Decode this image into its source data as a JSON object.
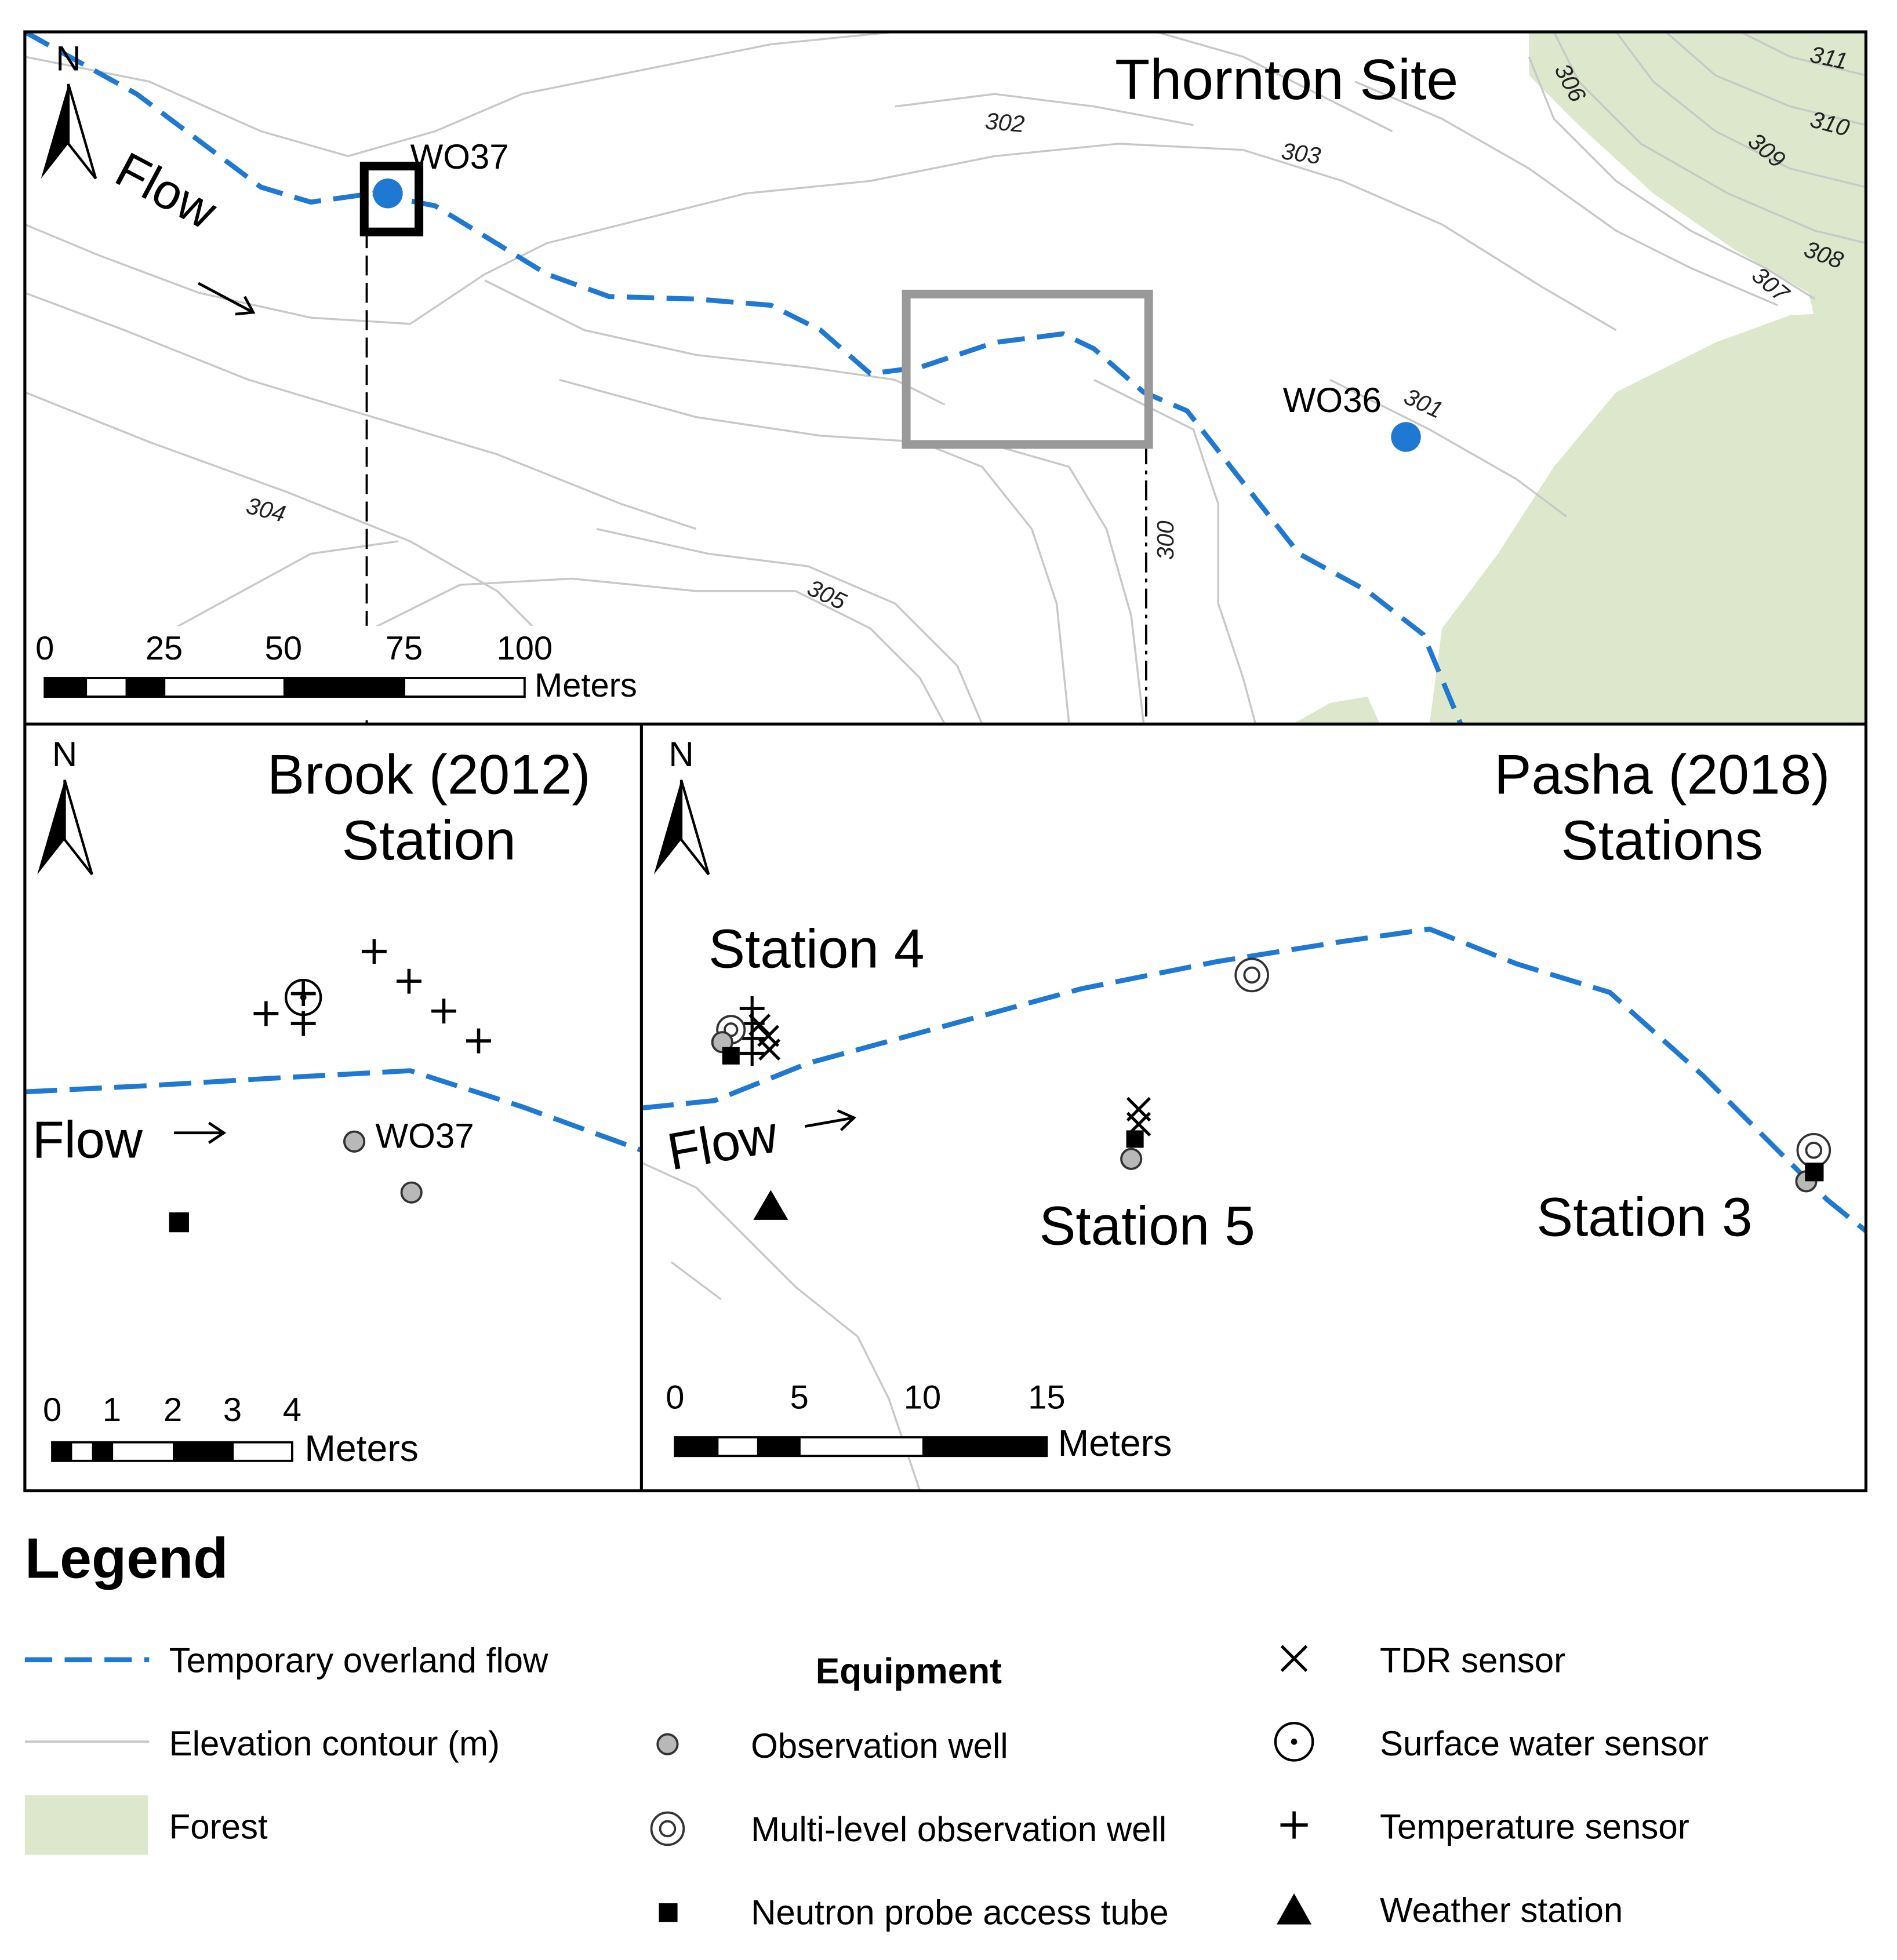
{
  "thornton": {
    "title": "Thornton Site",
    "north": "N",
    "flow": "Flow",
    "wells": [
      "WO37",
      "WO36"
    ],
    "contours": [
      "311",
      "310",
      "309",
      "308",
      "307",
      "306",
      "302",
      "303",
      "301",
      "300",
      "304",
      "305"
    ],
    "scale": {
      "ticks": [
        "0",
        "25",
        "50",
        "75",
        "100"
      ],
      "unit": "Meters"
    }
  },
  "brook": {
    "title_line1": "Brook (2012)",
    "title_line2": "Station",
    "north": "N",
    "flow": "Flow",
    "well": "WO37",
    "scale": {
      "ticks": [
        "0",
        "1",
        "2",
        "3",
        "4"
      ],
      "unit": "Meters"
    }
  },
  "pasha": {
    "title_line1": "Pasha (2018)",
    "title_line2": "Stations",
    "north": "N",
    "flow": "Flow",
    "stations": [
      "Station 4",
      "Station 5",
      "Station 3"
    ],
    "scale": {
      "ticks": [
        "0",
        "5",
        "10",
        "15"
      ],
      "unit": "Meters"
    }
  },
  "legend": {
    "title": "Legend",
    "equipment_heading": "Equipment",
    "items": {
      "overland_flow": "Temporary overland flow",
      "contour": "Elevation contour (m)",
      "forest": "Forest",
      "obs_well": "Observation well",
      "multi_well": "Multi-level observation well",
      "neutron": "Neutron probe access tube",
      "tdr": "TDR sensor",
      "surface_water": "Surface water sensor",
      "temperature": "Temperature sensor",
      "weather": "Weather station"
    }
  },
  "colors": {
    "flow_line": "#1f78d1",
    "well_dot": "#1f78d1",
    "contour": "#c8c8c8",
    "forest": "#dce7cc",
    "frame": "#000000",
    "obs_well_fill": "#b8b8b8"
  },
  "icons": [
    "north-arrow-icon",
    "flow-arrow-icon",
    "observation-well-icon",
    "multi-level-well-icon",
    "neutron-tube-icon",
    "tdr-icon",
    "surface-water-icon",
    "temperature-icon",
    "weather-station-icon"
  ]
}
